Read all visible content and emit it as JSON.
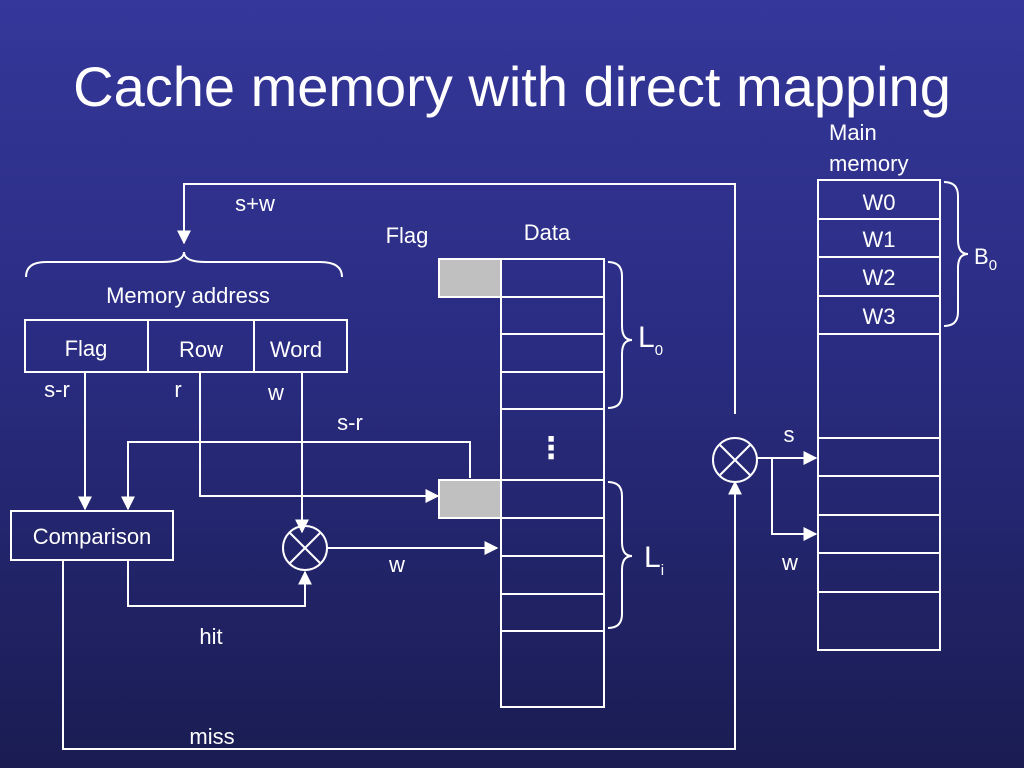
{
  "title": "Cache memory with direct mapping",
  "main_memory": {
    "label_line1": "Main",
    "label_line2": "memory",
    "words": [
      "W0",
      "W1",
      "W2",
      "W3"
    ],
    "block_label": "B",
    "block_sub": "0"
  },
  "memory_address": {
    "label": "Memory address",
    "fields": [
      "Flag",
      "Row",
      "Word"
    ],
    "widths": [
      "s-r",
      "r",
      "w"
    ],
    "total_width": "s+w"
  },
  "cache": {
    "flag_header": "Flag",
    "data_header": "Data",
    "line0_label": "L",
    "line0_sub": "0",
    "linei_label": "L",
    "linei_sub": "i",
    "ellipsis": "⋮"
  },
  "signals": {
    "flag_to_compare": "s-r",
    "word_out": "w",
    "hit": "hit",
    "miss": "miss",
    "main_s": "s",
    "main_w": "w"
  },
  "blocks": {
    "comparison": "Comparison"
  },
  "colors": {
    "line": "#ffffff",
    "flag_fill": "#c0c0c0"
  }
}
